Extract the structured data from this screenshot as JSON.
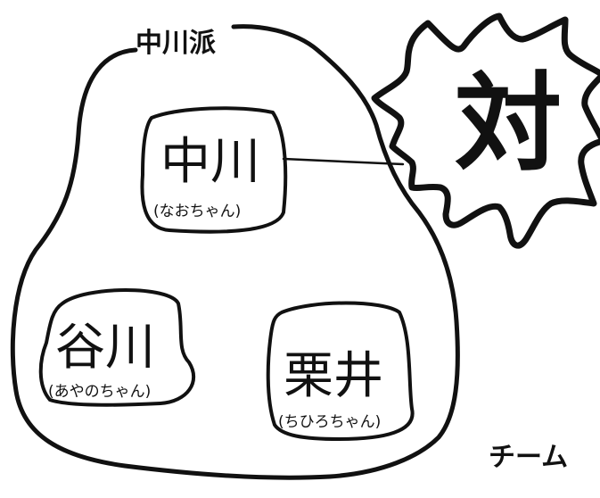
{
  "group": {
    "label": "中川派"
  },
  "members": [
    {
      "id": "nakagawa",
      "name": "中川",
      "nickname": "(なおちゃん)"
    },
    {
      "id": "tanikawa",
      "name": "谷川",
      "nickname": "(あやのちゃん)"
    },
    {
      "id": "kurii",
      "name": "栗井",
      "nickname": "(ちひろちゃん)"
    }
  ],
  "opposition": {
    "symbol": "対"
  },
  "team": {
    "label": "チーム"
  }
}
